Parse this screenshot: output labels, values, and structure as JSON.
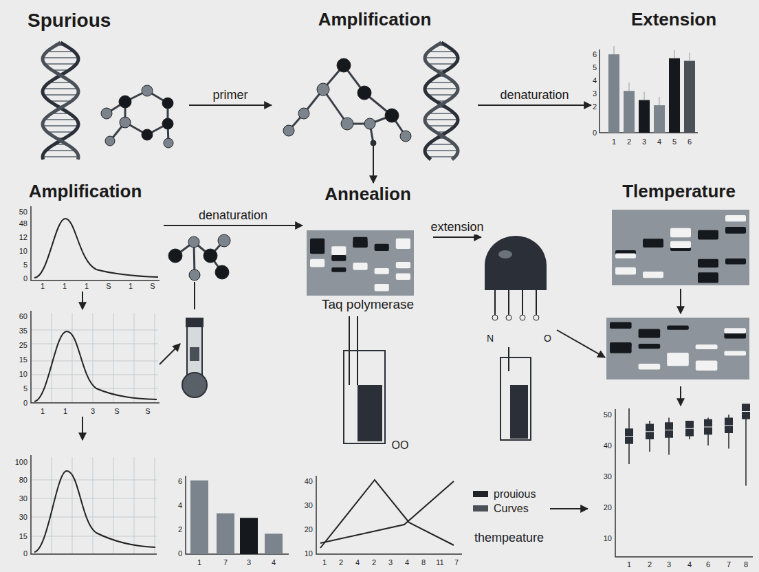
{
  "diagram": {
    "nodes": [
      {
        "text": [
          "Spurious"
        ]
      },
      {
        "text": [
          "Amplification"
        ]
      },
      {
        "text": [
          "Extension"
        ]
      },
      {
        "text": [
          "Amplification"
        ]
      },
      {
        "text": [
          "Annealion",
          "Taq polymerase"
        ]
      },
      {
        "text": [
          "N",
          "O"
        ]
      },
      {
        "text": [
          "Tlemperature"
        ]
      }
    ],
    "edges": [
      {
        "from": 0,
        "to": 1,
        "arrow": "to",
        "label": "primer"
      },
      {
        "from": 1,
        "to": 2,
        "arrow": "to",
        "label": "denaturation"
      },
      {
        "from": 1,
        "to": 4,
        "arrow": "to"
      },
      {
        "from": 3,
        "to": 4,
        "arrow": "to",
        "label": "denaturation"
      },
      {
        "from": 4,
        "to": 5,
        "arrow": "to",
        "label": "extension"
      },
      {
        "from": 5,
        "to": 6,
        "arrow": "to"
      }
    ],
    "labels": [
      "6",
      "5",
      "4",
      "3",
      "2",
      "0",
      "1",
      "2",
      "3",
      "4",
      "5",
      "6",
      "50",
      "48",
      "12",
      "10",
      "5",
      "0",
      "1",
      "1",
      "1",
      "S",
      "1",
      "S",
      "60",
      "35",
      "25",
      "15",
      "10",
      "5",
      "0",
      "1",
      "1",
      "3",
      "S",
      "S",
      "100",
      "80",
      "30",
      "30",
      "15",
      "0",
      "6",
      "4",
      "2",
      "0",
      "1",
      "7",
      "3",
      "4",
      "40",
      "30",
      "20",
      "10",
      "1",
      "2",
      "4",
      "2",
      "3",
      "4",
      "8",
      "11",
      "7",
      "50",
      "40",
      "30",
      "20",
      "10",
      "1",
      "2",
      "3",
      "4",
      "6",
      "7",
      "8",
      "OO",
      "thempeature"
    ],
    "legend": [
      {
        "text": "prouious",
        "color": "#1f2328"
      },
      {
        "text": "Curves",
        "color": "#4a5058"
      }
    ]
  }
}
